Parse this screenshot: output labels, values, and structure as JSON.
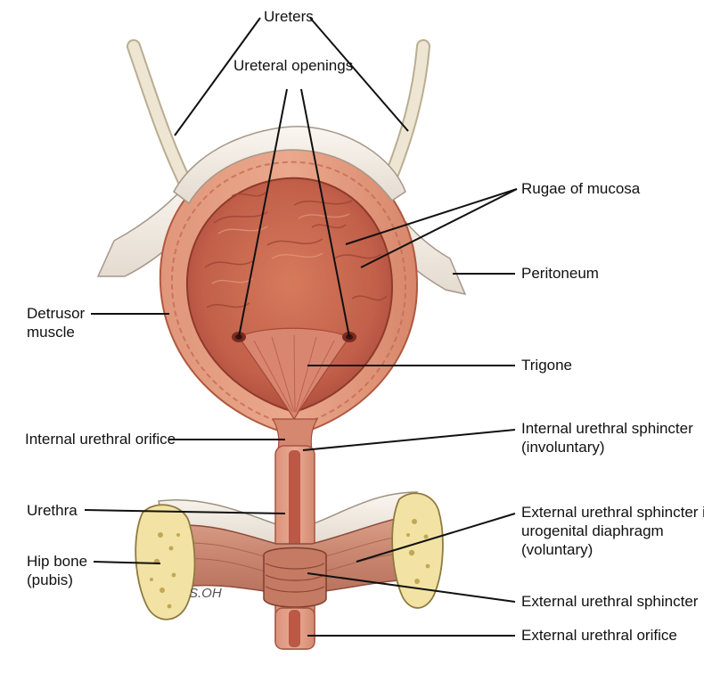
{
  "labels": {
    "ureters": "Ureters",
    "ureteral_openings": "Ureteral openings",
    "rugae": "Rugae of mucosa",
    "peritoneum": "Peritoneum",
    "detrusor_1": "Detrusor",
    "detrusor_2": "muscle",
    "trigone": "Trigone",
    "internal_orifice": "Internal urethral orifice",
    "int_sphincter_1": "Internal urethral sphincter",
    "int_sphincter_2": "(involuntary)",
    "urethra": "Urethra",
    "ext_sph_diaphragm_1": "External urethral sphincter in",
    "ext_sph_diaphragm_2": "urogenital diaphragm",
    "ext_sph_diaphragm_3": "(voluntary)",
    "hip_bone_1": "Hip bone",
    "hip_bone_2": "(pubis)",
    "ext_sphincter": "External urethral sphincter",
    "ext_orifice": "External urethral orifice"
  },
  "signature": "S.OH",
  "colors": {
    "wall": "#d98566",
    "wall_edge": "#b4583d",
    "lumen": "#c8654a",
    "lumen_dark": "#a94632",
    "peritoneum": "#f3ede6",
    "ureter": "#ece4cf",
    "bone": "#f1e2a0",
    "muscle": "#c98870",
    "leader": "#111111"
  }
}
